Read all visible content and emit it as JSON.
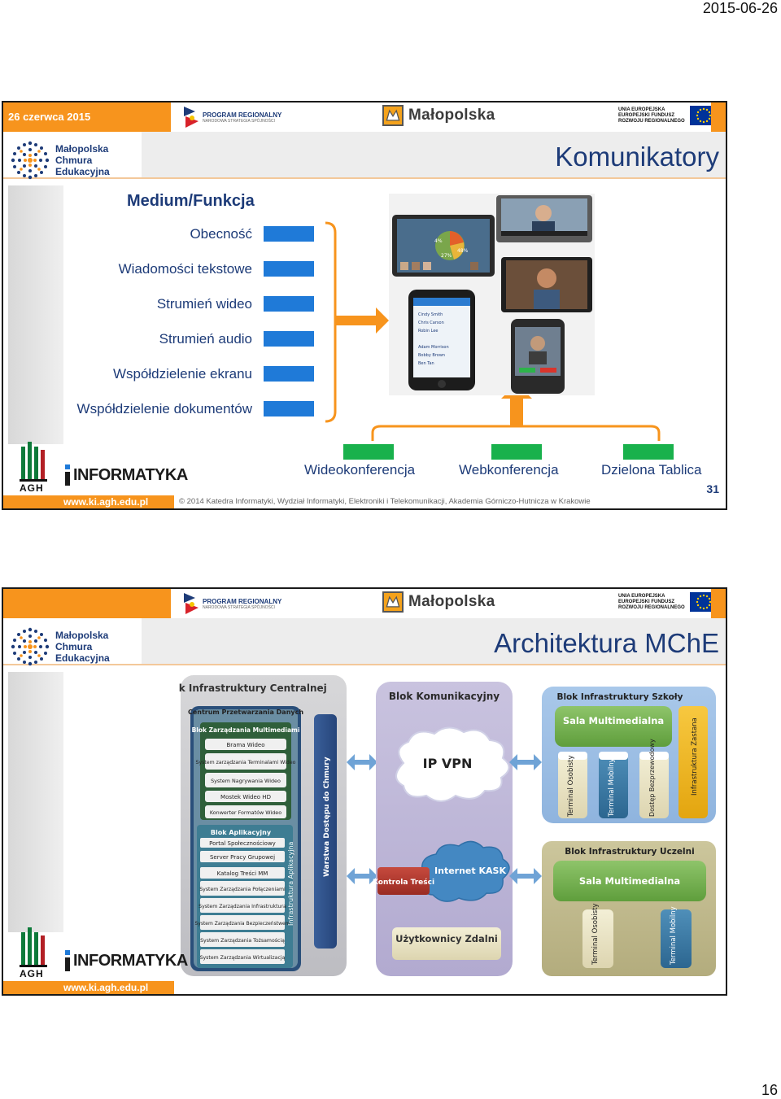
{
  "page": {
    "date": "2015-06-26",
    "number": "16"
  },
  "common": {
    "program_title": "PROGRAM REGIONALNY",
    "program_subtitle": "NARODOWA STRATEGIA SPÓJNOŚCI",
    "malopolska": "Małopolska",
    "eu_line1": "UNIA EUROPEJSKA",
    "eu_line2": "EUROPEJSKI FUNDUSZ",
    "eu_line3": "ROZWOJU REGIONALNEGO",
    "mce_line1": "Małopolska",
    "mce_line2": "Chmura",
    "mce_line3": "Edukacyjna",
    "agh": "AGH",
    "informatyka": "INFORMATYKA",
    "website": "www.ki.agh.edu.pl",
    "colors": {
      "orange": "#f7941d",
      "navy": "#1d3b78",
      "blue_bar": "#1f7ad8",
      "green_box": "#19b14c"
    }
  },
  "slide1": {
    "date_label": "26 czerwca 2015",
    "title": "Komunikatory",
    "medium_title": "Medium/Funkcja",
    "features": [
      "Obecność",
      "Wiadomości tekstowe",
      "Strumień wideo",
      "Strumień audio",
      "Współdzielenie ekranu",
      "Współdzielenie dokumentów"
    ],
    "outputs": [
      "Wideokonferencja",
      "Webkonferencja",
      "Dzielona Tablica"
    ],
    "slide_number": "31",
    "copyright": "© 2014 Katedra Informatyki, Wydział Informatyki, Elektroniki i Telekomunikacji, Akademia Górniczo-Hutnicza w Krakowie",
    "device_screen": {
      "contacts": [
        "Cindy Smith",
        "Chris Carson",
        "Robin Lee",
        "Adam Morrison",
        "Bobby Brown",
        "Ben Tan"
      ],
      "pie_labels": [
        "4%",
        "48%",
        "27%"
      ]
    }
  },
  "slide2": {
    "title": "Architektura MChE",
    "infra": {
      "title": "Blok Infrastruktury Centralnej",
      "center": "Centrum Przetwarzania Danych",
      "multimedia_block": "Blok Zarządzania Multimediami",
      "multimedia_items": [
        "Brama Wideo",
        "System zarządzania Terminalami Wideo",
        "System Nagrywania Wideo",
        "Mostek Wideo HD",
        "Konwerter Formatów Wideo"
      ],
      "app_block": "Blok Aplikacyjny",
      "app_items": [
        "Portal Społecznościowy",
        "Server Pracy Grupowej",
        "Katalog Treści MM",
        "System Zarządzania Połączeniami",
        "System Zarządzania Infrastruktura",
        "System Zarządzania Bezpieczeństwem",
        "System Zarządzania Tożsamością",
        "System Zarządzania Wirtualizacją"
      ],
      "app_infra_label": "Infrastruktura Aplikacyjna",
      "access_layer": "Warstwa Dostępu do Chmury"
    },
    "comm": {
      "title": "Blok Komunikacyjny",
      "vpn": "IP VPN",
      "control": "Kontrola Treści",
      "internet": "Internet KASK",
      "users": "Użytkownicy Zdalni"
    },
    "school": {
      "title": "Blok Infrastruktury Szkoły",
      "hall": "Sala Multimedialna",
      "terminals": [
        "Terminal Osobisty",
        "Terminal Mobilny",
        "Dostęp Bezprzewodowy",
        "Infrastruktura Zastana"
      ]
    },
    "university": {
      "title": "Blok Infrastruktury Uczelni",
      "hall": "Sala Multimedialna",
      "terminals": [
        "Terminal Osobisty",
        "Terminal Mobilny"
      ]
    }
  }
}
